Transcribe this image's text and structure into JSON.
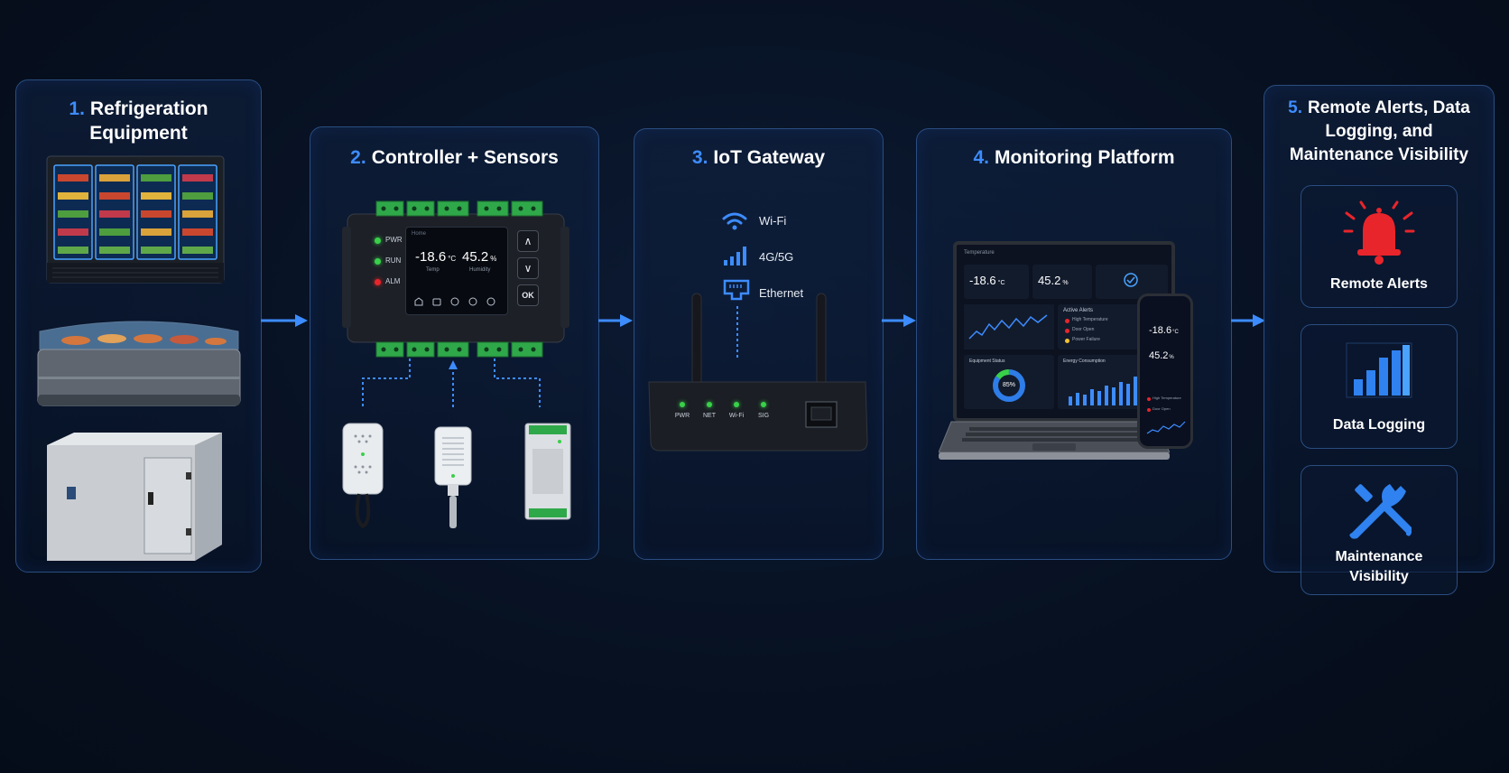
{
  "stages": [
    {
      "number": "1.",
      "title": "Refrigeration Equipment"
    },
    {
      "number": "2.",
      "title": "Controller + Sensors"
    },
    {
      "number": "3.",
      "title": "IoT Gateway"
    },
    {
      "number": "4.",
      "title": "Monitoring Platform"
    },
    {
      "number": "5.",
      "title": "Remote Alerts, Data Logging, and Maintenance Visibility"
    }
  ],
  "controller": {
    "leds": [
      "PWR",
      "RUN",
      "ALM"
    ],
    "screen_title": "Home",
    "temp_value": "-18.6",
    "temp_unit": "°C",
    "temp_label": "Temp",
    "humidity_value": "45.2",
    "humidity_unit": "%",
    "humidity_label": "Humidity",
    "ok_button": "OK"
  },
  "gateway": {
    "connectivity": [
      "Wi-Fi",
      "4G/5G",
      "Ethernet"
    ],
    "leds": [
      "PWR",
      "NET",
      "Wi-Fi",
      "SIG"
    ]
  },
  "platform": {
    "header": "Temperature",
    "temp_value": "-18.6",
    "temp_unit": "°C",
    "humidity_value": "45.2",
    "humidity_unit": "%",
    "alerts_title": "Active Alerts",
    "alerts": [
      "High Temperature",
      "Door Open",
      "Power Failure"
    ],
    "equipment_status_label": "Equipment Status",
    "equipment_status_value": "85%",
    "energy_label": "Energy Consumption",
    "phone_temp": "-18.6",
    "phone_temp_unit": "°C",
    "phone_humidity": "45.2",
    "phone_humidity_unit": "%",
    "phone_alerts": [
      "High Temperature",
      "Door Open"
    ]
  },
  "outputs": [
    "Remote Alerts",
    "Data Logging",
    "Maintenance Visibility"
  ],
  "colors": {
    "accent": "#3d8cff",
    "panel_border": "#2a4d80",
    "alert_red": "#e8252b",
    "led_green": "#39d04a"
  }
}
